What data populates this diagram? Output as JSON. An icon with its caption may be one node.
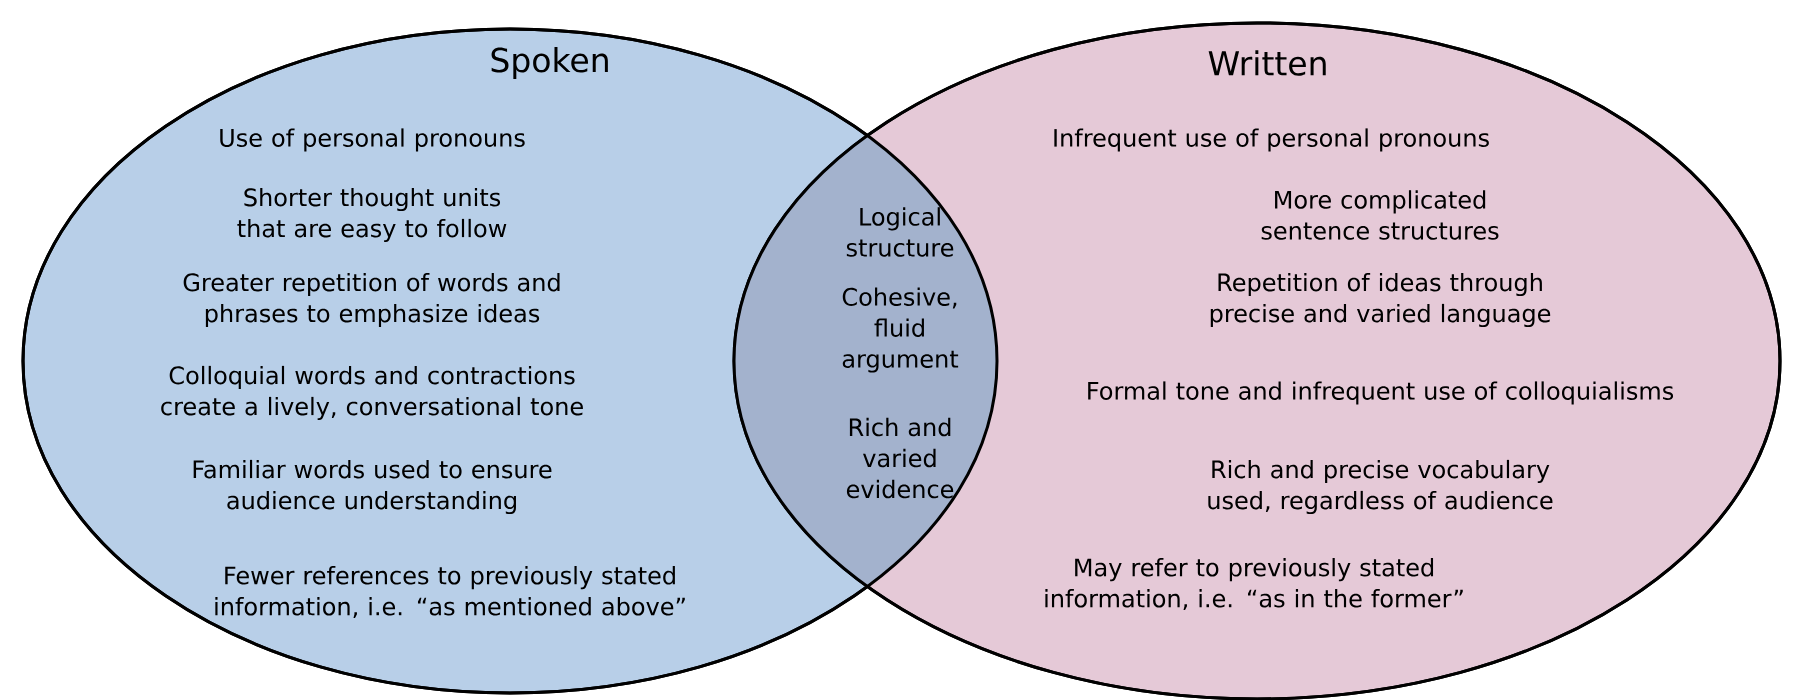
{
  "diagram": {
    "nodes": [
      {
        "text": [
          "Spoken",
          "Use of personal pronouns",
          "Shorter thought units that are easy to follow",
          "Greater repetition of words and phrases to emphasize ideas",
          "Colloquial words and contractions create a lively, conversational tone",
          "Familiar words used to ensure audience understanding",
          "Fewer references to previously stated information, i.e.  “as mentioned above”"
        ]
      },
      {
        "text": [
          "Written",
          "Infrequent use of personal pronouns",
          "More complicated sentence structures",
          "Repetition of ideas through precise and varied language",
          "Formal tone and infrequent use of colloquialisms",
          "Rich and precise vocabulary used, regardless of audience",
          "May refer to previously stated information, i.e. “as in the former”"
        ]
      }
    ],
    "labels": [
      "Logical structure",
      "Cohesive, fluid argument",
      "Rich and varied evidence"
    ]
  }
}
